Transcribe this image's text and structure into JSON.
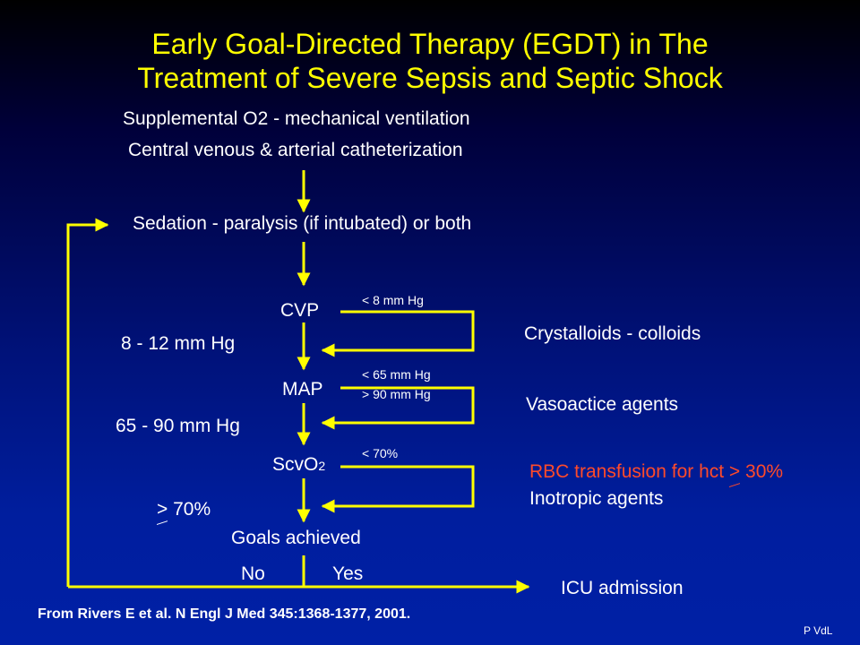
{
  "title": {
    "line1": "Early Goal-Directed Therapy (EGDT) in The",
    "line2": "Treatment of Severe Sepsis and Septic Shock"
  },
  "steps": {
    "supplemental": "Supplemental O2 - mechanical ventilation",
    "catheter": "Central venous & arterial catheterization",
    "sedation": "Sedation - paralysis (if intubated) or both",
    "cvp": "CVP",
    "map": "MAP",
    "scvo2_prefix": "ScvO",
    "scvo2_sub": "2",
    "goals": "Goals achieved",
    "no": "No",
    "yes": "Yes",
    "icu": "ICU admission"
  },
  "targets": {
    "cvp": "8 - 12 mm Hg",
    "map": "65 - 90 mm Hg",
    "scvo2_sym": ">",
    "scvo2_val": "70%"
  },
  "conditions": {
    "cvp_low": "< 8 mm Hg",
    "map_low": "< 65 mm Hg",
    "map_high": "> 90 mm Hg",
    "scvo2_low": "< 70%"
  },
  "interventions": {
    "fluids": "Crystalloids - colloids",
    "vaso": "Vasoactice agents",
    "rbc_prefix": "RBC transfusion for hct ",
    "rbc_sym": ">",
    "rbc_suffix": " 30%",
    "inotropic": "Inotropic agents"
  },
  "citation": "From Rivers E et al. N Engl J Med 345:1368-1377, 2001.",
  "author": "P VdL",
  "colors": {
    "title": "#ffff00",
    "arrows": "#ffff00",
    "text": "#ffffff",
    "highlight": "#ff4a2a"
  }
}
